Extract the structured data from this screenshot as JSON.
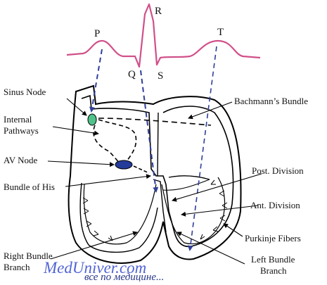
{
  "ecg": {
    "p_label": "P",
    "q_label": "Q",
    "r_label": "R",
    "s_label": "S",
    "t_label": "T"
  },
  "labels": {
    "sinus_node": "Sinus Node",
    "internal_pathways_line1": "Internal",
    "internal_pathways_line2": "Pathways",
    "av_node": "AV Node",
    "bundle_of_his": "Bundle of His",
    "right_bundle_branch_line1": "Right Bundle",
    "right_bundle_branch_line2": "Branch",
    "bachmanns_bundle": "Bachmann’s Bundle",
    "post_division": "Post. Division",
    "ant_division": "Ant. Division",
    "purkinje_fibers": "Purkinje Fibers",
    "left_bundle_branch_line1": "Left Bundle",
    "left_bundle_branch_line2": "Branch"
  },
  "watermark": {
    "brand": "MedUniver.com",
    "tagline": "все по медицине..."
  },
  "colors": {
    "ecg_trace": "#d0508a",
    "arrow": "#2f3e9a",
    "sinus_node_fill": "#4fc28a",
    "av_node_fill": "#243b9a",
    "watermark": "#3a4fd0",
    "outline": "#000000"
  }
}
